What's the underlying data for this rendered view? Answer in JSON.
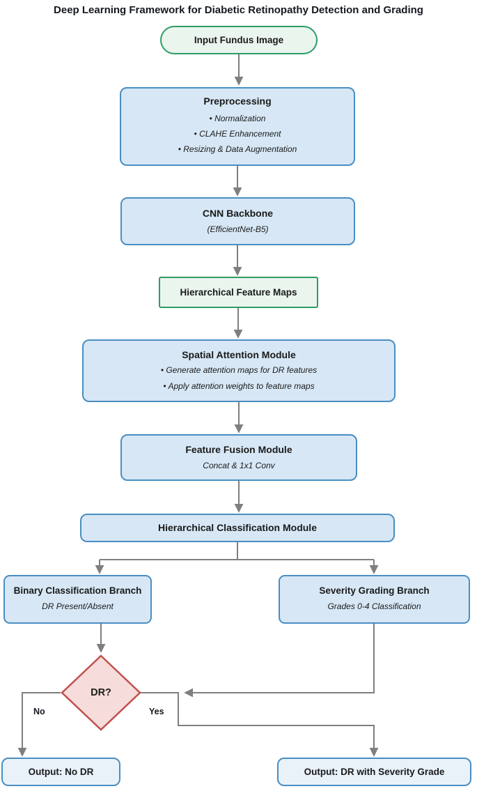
{
  "title": "Deep Learning Framework for Diabetic Retinopathy Detection and Grading",
  "nodes": {
    "input": {
      "label": "Input Fundus Image"
    },
    "preprocessing": {
      "title": "Preprocessing",
      "bullets": [
        "• Normalization",
        "• CLAHE Enhancement",
        "• Resizing & Data Augmentation"
      ]
    },
    "cnn_backbone": {
      "title": "CNN Backbone",
      "subtitle": "(EfficientNet-B5)"
    },
    "feature_maps": {
      "label": "Hierarchical Feature Maps"
    },
    "spatial_attention": {
      "title": "Spatial Attention Module",
      "bullets": [
        "• Generate attention maps for DR features",
        "• Apply attention weights to feature maps"
      ]
    },
    "feature_fusion": {
      "title": "Feature Fusion Module",
      "subtitle": "Concat & 1x1 Conv"
    },
    "classification_module": {
      "title": "Hierarchical Classification Module"
    },
    "binary_branch": {
      "title": "Binary Classification Branch",
      "subtitle": "DR Present/Absent"
    },
    "severity_branch": {
      "title": "Severity Grading Branch",
      "subtitle": "Grades 0-4 Classification"
    },
    "decision": {
      "label": "DR?"
    },
    "output_no": {
      "label": "Output: No DR"
    },
    "output_yes": {
      "label": "Output: DR with Severity Grade"
    }
  },
  "edge_labels": {
    "no": "No",
    "yes": "Yes"
  },
  "colors": {
    "blue_fill": "#d7e7f5",
    "blue_border": "#4a8ec2",
    "output_fill": "#e9f1f9",
    "green_fill": "#eaf5ee",
    "green_border": "#2e9c63",
    "red_fill": "#f6dcda",
    "red_border": "#c0504d",
    "line_gray": "#7f7f7f",
    "text_dark": "#1a1a1a"
  }
}
